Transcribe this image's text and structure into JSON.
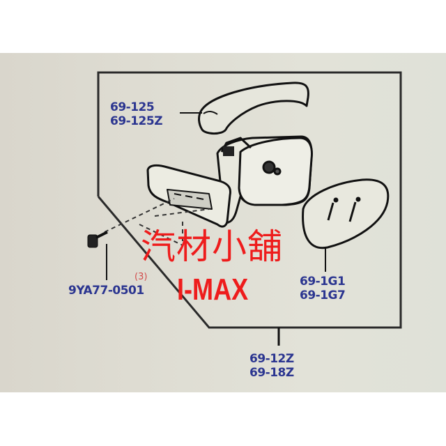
{
  "diagram": {
    "type": "exploded parts diagram",
    "subject": "side mirror assembly",
    "colors": {
      "background": "#dedcd2",
      "line": "#1e1e1e",
      "part_number": "#2b3590",
      "quantity": "#d24a4a",
      "watermark": "#ee1c1c"
    },
    "parts": [
      {
        "id": "cover",
        "numbers": [
          "69-125",
          "69-125Z"
        ]
      },
      {
        "id": "screw",
        "numbers": [
          "9YA77-0501"
        ],
        "quantity": "(3)"
      },
      {
        "id": "mirror-glass",
        "numbers": [
          "69-1G1",
          "69-1G7"
        ]
      },
      {
        "id": "mirror-assembly",
        "numbers": [
          "69-12Z",
          "69-18Z"
        ]
      }
    ]
  },
  "watermark": {
    "shop_name": "汽材小舖",
    "brand": "I-MAX"
  }
}
